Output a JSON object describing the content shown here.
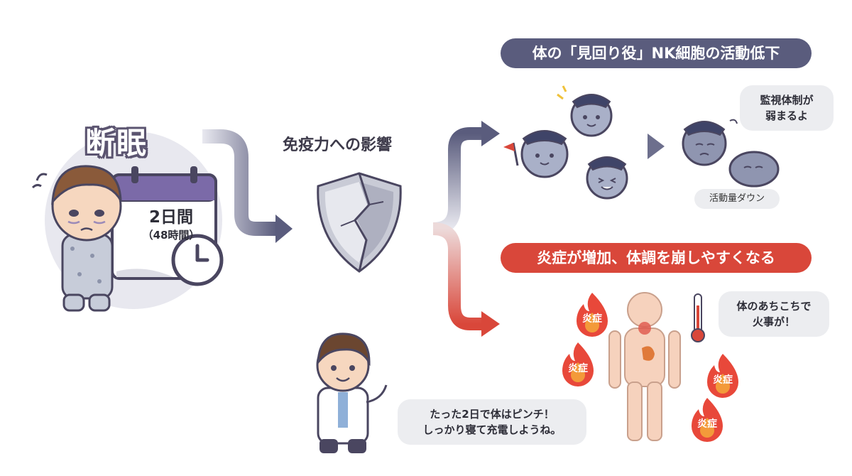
{
  "left": {
    "title": "断眠",
    "calendar_main": "2日間",
    "calendar_sub": "（48時間）"
  },
  "center": {
    "topic": "免疫力への影響"
  },
  "nk": {
    "banner": "体の「見回り役」NK細胞の活動低下",
    "bubble_line1": "監視体制が",
    "bubble_line2": "弱まるよ",
    "status_pill": "活動量ダウン"
  },
  "inflammation": {
    "banner": "炎症が増加、体調を崩しやすくなる",
    "bubble_line1": "体のあちこちで",
    "bubble_line2": "火事が！",
    "flame_labels": [
      "炎症",
      "炎症",
      "炎症",
      "炎症"
    ]
  },
  "doctor": {
    "line1": "たった2日で体はピンチ！",
    "line2": "しっかり寝て充電しようね。"
  },
  "colors": {
    "nk_banner": "#5a5c7d",
    "fire_banner": "#d9473a",
    "calendar_header": "#7b6aa8"
  }
}
